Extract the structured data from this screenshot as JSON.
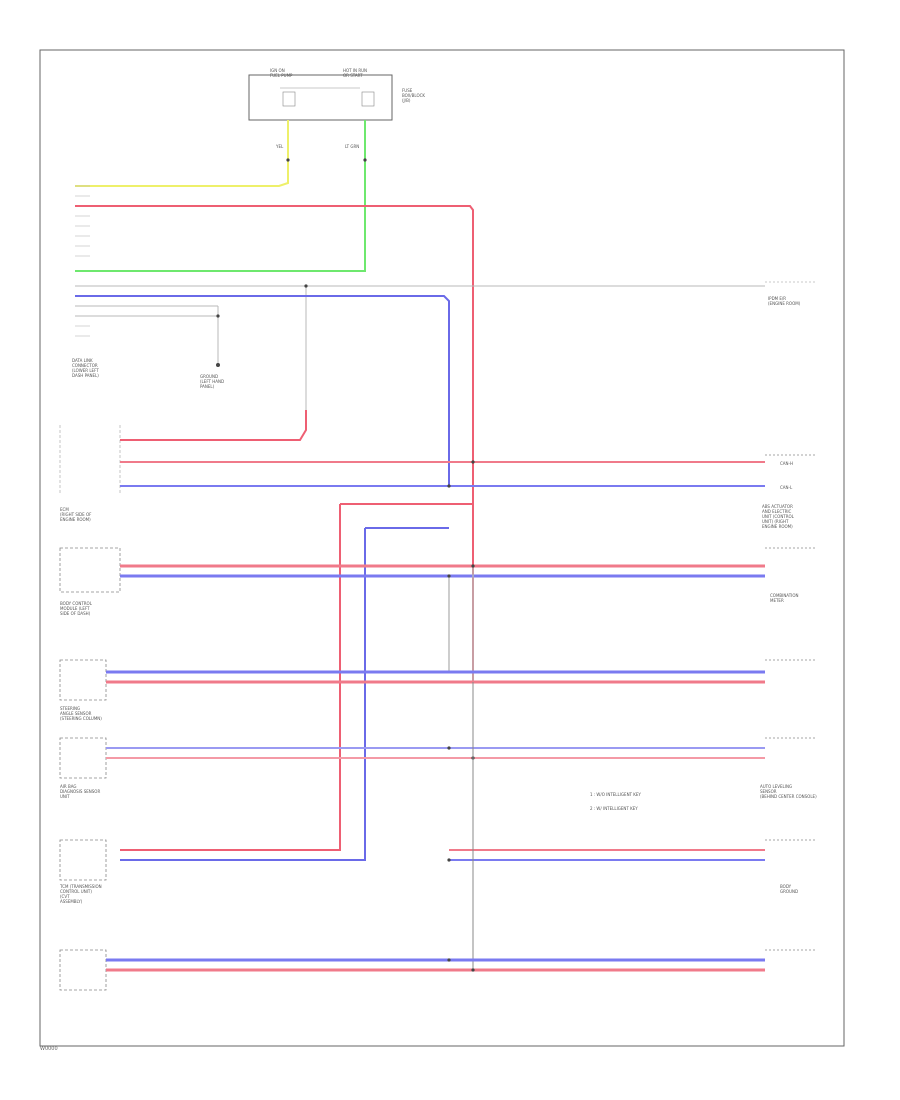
{
  "colors": {
    "frame": "#666666",
    "wire_plain": "#b8b8b8",
    "yel": "#eef06a",
    "lt_grn": "#6ee86e",
    "red": "#ee5f73",
    "blu": "#6a6ae8",
    "can_h": "#f07a8a",
    "can_l": "#7a7af0",
    "dark": "#444444"
  },
  "fuse_box": {
    "title_left": "IGN ON\nFUEL PUMP",
    "title_right": "HOT IN RUN\nOR START",
    "side_label": "FUSE\nBOX/BLOCK\n(J/B)"
  },
  "labels": {
    "wire_yel": "YEL",
    "wire_lt_grn": "LT GRN",
    "left_connector_caption": "DATA LINK\nCONNECTOR\n(LOWER LEFT\nDASH PANEL)",
    "ground_left": "GROUND\n(LEFT HAND\nPANEL)",
    "ecm_caption": "ECM\n(RIGHT SIDE OF\nENGINE ROOM)",
    "abs_caption": "ABS ACTUATOR\nAND ELECTRIC\nUNIT (CONTROL\nUNIT) (RIGHT\nENGINE ROOM)",
    "bcm_caption": "BODY CONTROL\nMODULE (LEFT\nSIDE OF DASH)",
    "steering_caption": "STEERING\nANGLE SENSOR\n(STEERING COLUMN)",
    "tcm_caption": "TCM (TRANSMISSION\nCONTROL UNIT)\n(CVT\nASSEMBLY)",
    "air_bag_caption": "AIR BAG\nDIAGNOSIS SENSOR\nUNIT",
    "combination_meter": "COMBINATION\nMETER",
    "ipdm_caption": "IPDM E/R\n(ENGINE ROOM)",
    "auto_light_caption": "AUTO LEVELING\nSENSOR\n(BEHIND CENTER CONSOLE)",
    "can_h": "CAN-H",
    "can_l": "CAN-L",
    "note_1": "1 : W/O INTELLIGENT KEY",
    "note_2": "2 : W/ INTELLIGENT KEY",
    "ground_right": "BODY\nGROUND",
    "footer_code": "W0000"
  }
}
